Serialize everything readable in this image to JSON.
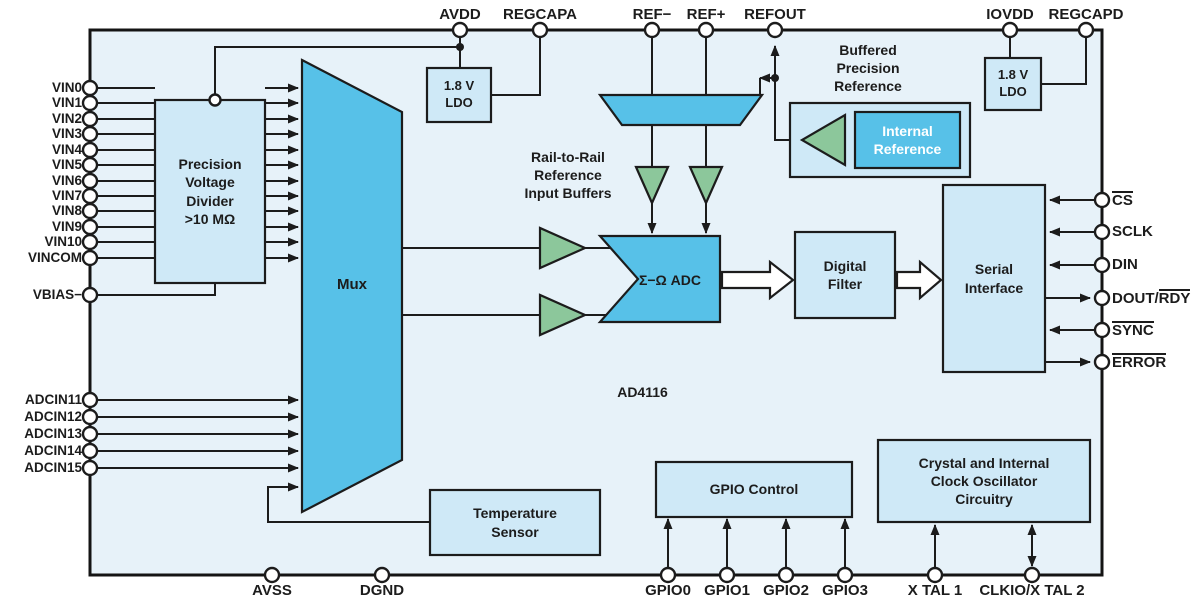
{
  "diagram": {
    "part_number": "AD4116",
    "colors": {
      "chip_fill": "#e7f2f9",
      "block_fill": "#cfe9f7",
      "accent_cyan": "#57c1e8",
      "buffer_green": "#8cc79b",
      "line": "#1c1c1c"
    }
  },
  "pins": {
    "top": [
      "AVDD",
      "REGCAPA",
      "REF−",
      "REF+",
      "REFOUT",
      "IOVDD",
      "REGCAPD"
    ],
    "left_vin": [
      "VIN0",
      "VIN1",
      "VIN2",
      "VIN3",
      "VIN4",
      "VIN5",
      "VIN6",
      "VIN7",
      "VIN8",
      "VIN9",
      "VIN10",
      "VINCOM"
    ],
    "left_vbias": "VBIAS−",
    "left_adcin": [
      "ADCIN11",
      "ADCIN12",
      "ADCIN13",
      "ADCIN14",
      "ADCIN15"
    ],
    "right": [
      {
        "plain": "",
        "over": "CS"
      },
      {
        "plain": "SCLK",
        "over": ""
      },
      {
        "plain": "DIN",
        "over": ""
      },
      {
        "plain": "DOUT/",
        "over": "RDY"
      },
      {
        "plain": "",
        "over": "SYNC"
      },
      {
        "plain": "",
        "over": "ERROR"
      }
    ],
    "bottom": [
      "AVSS",
      "DGND",
      "GPIO0",
      "GPIO1",
      "GPIO2",
      "GPIO3",
      "X TAL 1",
      "CLKIO/X TAL 2"
    ]
  },
  "blocks": {
    "precision_divider": "Precision\nVoltage\nDivider\n>10 MΩ",
    "mux": "Mux",
    "ldo_left": "1.8 V\nLDO",
    "ldo_right": "1.8 V\nLDO",
    "rail_buffers_note": "Rail-to-Rail\nReference\nInput Buffers",
    "buffered_ref_note": "Buffered\nPrecision\nReference",
    "internal_reference": "Internal\nReference",
    "adc": "Σ−Ω ADC",
    "digital_filter": "Digital\nFilter",
    "serial_interface": "Serial\nInterface",
    "temperature_sensor": "Temperature\nSensor",
    "gpio_control": "GPIO Control",
    "crystal": "Crystal and Internal\nClock Oscillator\nCircuitry"
  }
}
